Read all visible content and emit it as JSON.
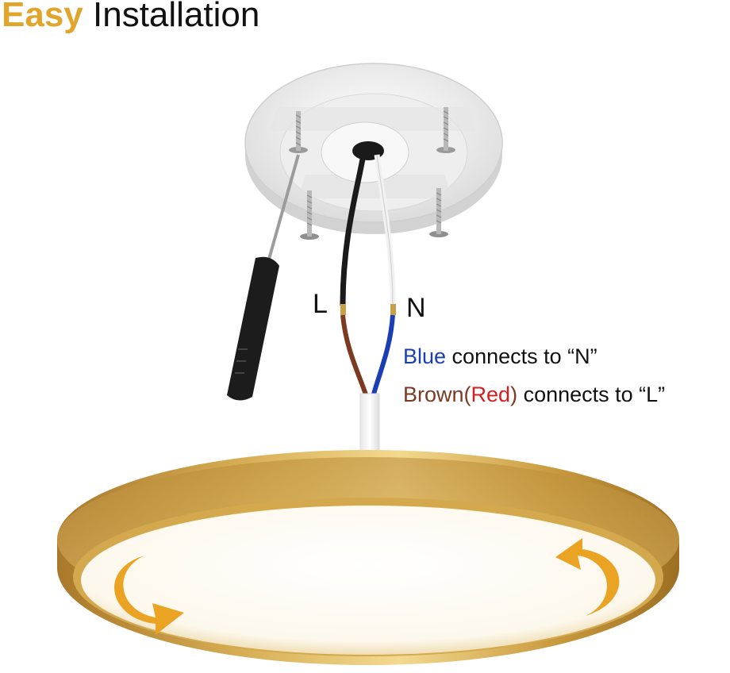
{
  "header": {
    "title_accent": "Easy",
    "title_rest": "Installation"
  },
  "wiring": {
    "live_label": "L",
    "neutral_label": "N",
    "note_blue": {
      "word": "Blue",
      "rest": " connects to “N”"
    },
    "note_brown": {
      "word": "Brown(",
      "red": "Red",
      "close": ")",
      "rest": " connects to “L”"
    }
  },
  "colors": {
    "accent": "#e0a52a",
    "blue_wire": "#1a3fb5",
    "brown_wire": "#7b3a22",
    "red_text": "#d21f1f",
    "gold_ring": "#c89b3c"
  },
  "icons": [
    "screwdriver-icon",
    "screw-icon",
    "rotate-arrow-icon"
  ]
}
